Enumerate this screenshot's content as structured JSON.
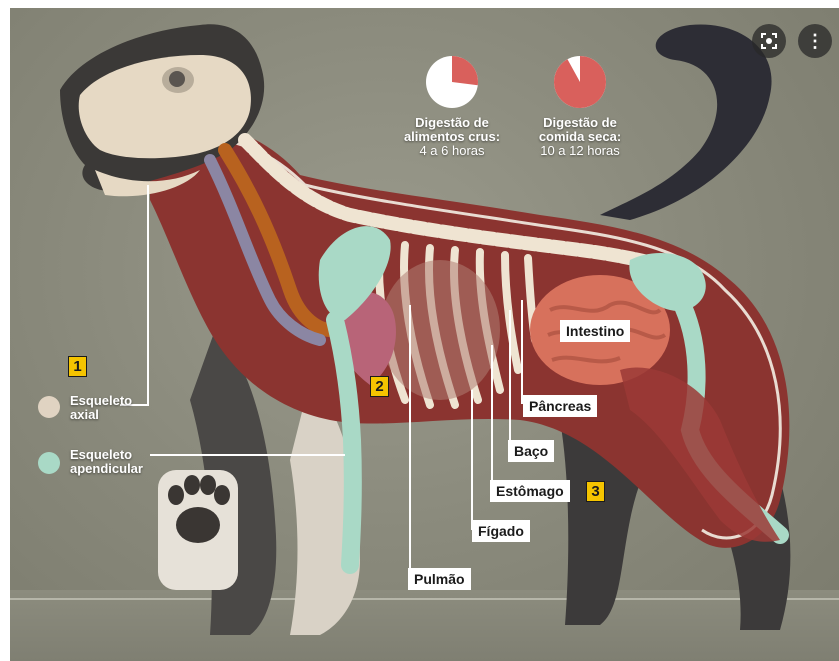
{
  "digestion": {
    "raw": {
      "label_line1": "Digestão de",
      "label_line2": "alimentos crus:",
      "label_line3": "4 a 6 horas",
      "fraction": 0.27
    },
    "dry": {
      "label_line1": "Digestão de",
      "label_line2": "comida seca:",
      "label_line3": "10 a 12 horas",
      "fraction": 0.92
    }
  },
  "legend": {
    "axial": {
      "number": "1",
      "line1": "Esqueleto",
      "line2": "axial",
      "color": "#e0d3c2"
    },
    "appendicular": {
      "line1": "Esqueleto",
      "line2": "apendicular",
      "color": "#a9d9c6"
    }
  },
  "organs": {
    "intestino": "Intestino",
    "pancreas": "Pâncreas",
    "baco": "Baço",
    "estomago": "Estômago",
    "estomago_number": "3",
    "figado": "Fígado",
    "pulmao": "Pulmão",
    "heart_number": "2"
  },
  "toolbar": {
    "lens_icon": "lens-icon",
    "more_icon": "more-vertical-icon",
    "more_glyph": "⋮"
  },
  "colors": {
    "accent_number": "#f5c400",
    "pie_fill": "#d9605c",
    "pie_bg": "#ffffff"
  }
}
